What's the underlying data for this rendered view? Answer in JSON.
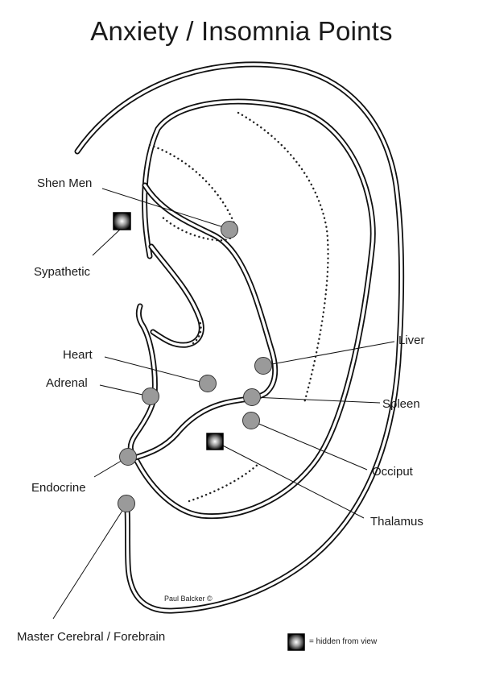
{
  "title": "Anxiety / Insomnia Points",
  "labels": {
    "shen_men": "Shen Men",
    "sympathetic": "Sypathetic",
    "heart": "Heart",
    "adrenal": "Adrenal",
    "endocrine": "Endocrine",
    "master_cerebral": "Master Cerebral / Forebrain",
    "liver": "Liver",
    "spleen": "Spleen",
    "occiput": "Occiput",
    "thalamus": "Thalamus"
  },
  "credit": "Paul Balcker ©",
  "legend": {
    "text": "= hidden from view"
  },
  "colors": {
    "point_fill": "#9a9a9a",
    "outline": "#111111",
    "hidden_marker_center": "#ffffff",
    "hidden_marker_edge": "#000000"
  }
}
